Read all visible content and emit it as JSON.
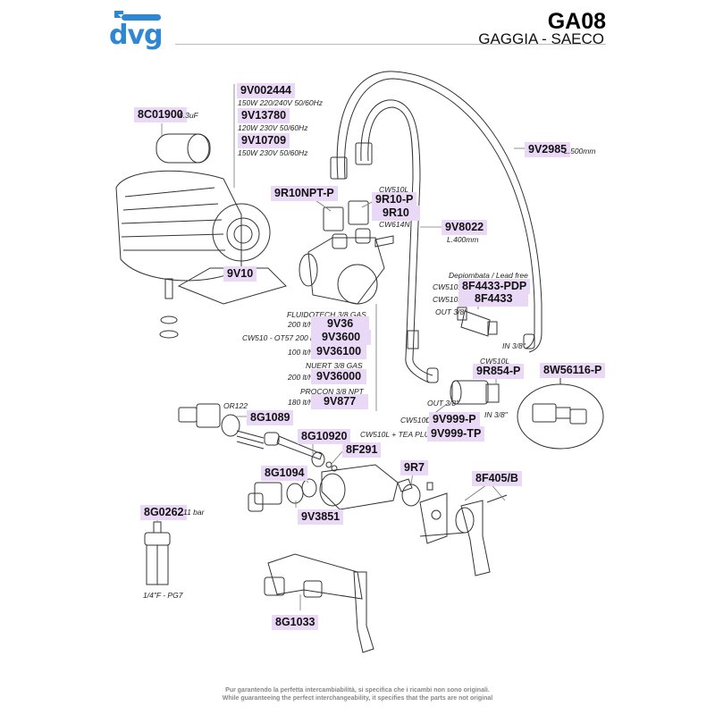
{
  "header": {
    "logo_text": "dvg",
    "model": "GA08",
    "brand": "GAGGIA - SAECO"
  },
  "colors": {
    "logo_blue": "#2f86d3",
    "label_bg": "#ead9f6",
    "line": "#555555"
  },
  "motor": {
    "capacitor": {
      "code": "8C01900",
      "note": "6.3uF"
    },
    "variants": [
      {
        "code": "9V002444",
        "note": "150W 220/240V 50/60Hz"
      },
      {
        "code": "9V13780",
        "note": "120W 230V 50/60Hz"
      },
      {
        "code": "9V10709",
        "note": "150W 230V 50/60Hz"
      }
    ],
    "coupling": {
      "code": "9V10"
    }
  },
  "fittings": {
    "npt": {
      "code": "9R10NPT-P"
    },
    "r10p": {
      "code": "9R10-P",
      "note_top": "CW510L"
    },
    "r10": {
      "code": "9R10",
      "note_bottom": "CW614N"
    }
  },
  "hoses": {
    "long": {
      "code": "9V2985",
      "note": "L.500mm"
    },
    "short": {
      "code": "9V8022",
      "note": "L.400mm"
    }
  },
  "check_valve": {
    "header_note": "Depiombata / Lead free",
    "items": [
      {
        "prefix": "CW510L",
        "code": "8F4433-PDP"
      },
      {
        "prefix": "CW510L",
        "code": "8F4433"
      }
    ],
    "out": "OUT 3/8\"",
    "in": "IN 3/8\""
  },
  "pumps": {
    "groups": [
      {
        "header": "FLUIDOTECH 3/8 GAS",
        "rows": [
          {
            "prefix": "200 lt/h",
            "code": "9V36"
          },
          {
            "prefix": "CW510 - OT57 200 lt/h",
            "code": "9V3600"
          },
          {
            "prefix": "100 lt/h",
            "code": "9V36100"
          }
        ]
      },
      {
        "header": "NUERT 3/8 GAS",
        "rows": [
          {
            "prefix": "200 lt/h",
            "code": "9V36000"
          }
        ]
      },
      {
        "header": "PROCON 3/8 NPT",
        "rows": [
          {
            "prefix": "180 lt/h",
            "code": "9V877"
          }
        ]
      }
    ]
  },
  "nonreturn": {
    "code": "9R854-P",
    "note_top": "CW510L",
    "out": "OUT 3/8\"",
    "in": "IN 3/8\"",
    "items": [
      {
        "prefix": "CW510L",
        "code": "9V999-P"
      },
      {
        "prefix": "CW510L + TEA PLUS",
        "code": "9V999-TP"
      }
    ]
  },
  "filter": {
    "code": "8W56116-P"
  },
  "valve_parts": [
    {
      "code": "8G1089",
      "note": "OR122"
    },
    {
      "code": "8G10920"
    },
    {
      "code": "8F291"
    },
    {
      "code": "8G1094"
    },
    {
      "code": "9V3851"
    },
    {
      "code": "9R7"
    },
    {
      "code": "8F405/B"
    },
    {
      "code": "8G1033"
    }
  ],
  "gauge": {
    "code": "8G0262",
    "note": "11 bar",
    "thread": "1/4\"F - PG7"
  },
  "footer": {
    "line_it": "Pur garantendo la perfetta intercambiabilità, si specifica che i ricambi non sono originali.",
    "line_en": "While guaranteeing the perfect interchangeability, it specifies that the parts are not original"
  }
}
